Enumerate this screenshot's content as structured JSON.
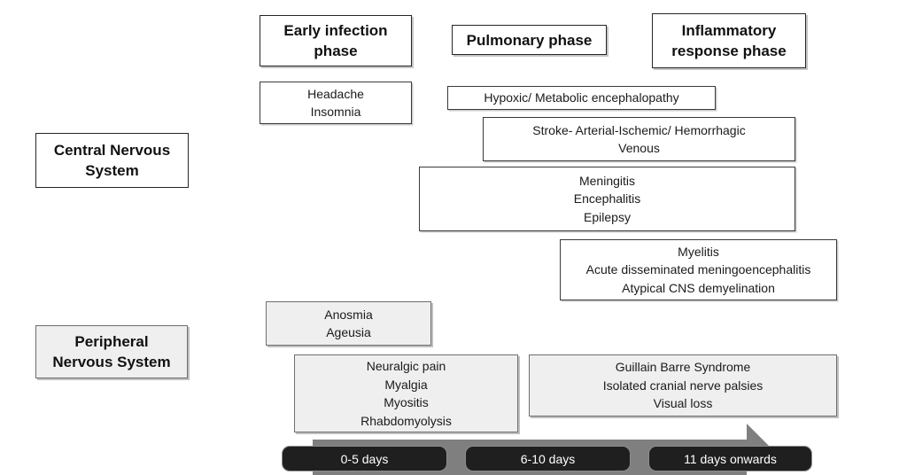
{
  "phase_headers": [
    {
      "label": "Early infection phase",
      "lines": [
        "Early infection",
        "phase"
      ]
    },
    {
      "label": "Pulmonary phase",
      "lines": [
        "Pulmonary phase"
      ]
    },
    {
      "label": "Inflammatory response phase",
      "lines": [
        "Inflammatory",
        "response phase"
      ]
    }
  ],
  "system_labels": [
    {
      "label": "Central Nervous System",
      "lines": [
        "Central Nervous",
        "System"
      ]
    },
    {
      "label": "Peripheral Nervous System",
      "lines": [
        "Peripheral",
        "Nervous System"
      ]
    }
  ],
  "cns_boxes": [
    {
      "name": "headache-insomnia",
      "lines": [
        "Headache",
        "Insomnia"
      ]
    },
    {
      "name": "hypoxic-metabolic-encephalopathy",
      "lines": [
        "Hypoxic/ Metabolic encephalopathy"
      ]
    },
    {
      "name": "stroke",
      "lines": [
        "Stroke- Arterial-Ischemic/ Hemorrhagic",
        "Venous"
      ]
    },
    {
      "name": "meningitis-encephalitis-epilepsy",
      "lines": [
        "Meningitis",
        "Encephalitis",
        "Epilepsy"
      ]
    },
    {
      "name": "myelitis-adem-demyelination",
      "lines": [
        "Myelitis",
        "Acute disseminated meningoencephalitis",
        "Atypical CNS demyelination"
      ]
    }
  ],
  "pns_boxes": [
    {
      "name": "anosmia-ageusia",
      "lines": [
        "Anosmia",
        "Ageusia"
      ]
    },
    {
      "name": "neuralgic-pain-myalgia-myositis-rhabdomyolysis",
      "lines": [
        "Neuralgic pain",
        "Myalgia",
        "Myositis",
        "Rhabdomyolysis"
      ]
    },
    {
      "name": "gbs-cranial-palsies-visual-loss",
      "lines": [
        "Guillain Barre Syndrome",
        "Isolated cranial nerve palsies",
        "Visual loss"
      ]
    }
  ],
  "timeline": {
    "segments": [
      {
        "label": "0-5 days"
      },
      {
        "label": "6-10 days"
      },
      {
        "label": "11 days onwards"
      }
    ]
  },
  "colors": {
    "background": "#ffffff",
    "box_fill_white": "#ffffff",
    "box_fill_gray": "#efefef",
    "box_border_dark": "#262626",
    "box_border_gray": "#6e6e6e",
    "arrow_gray": "#7f7f7f",
    "timeline_box_fill": "#1f1f1f",
    "timeline_box_border": "#8c8c8c",
    "timeline_text": "#ffffff",
    "text": "#1a1a1a"
  }
}
